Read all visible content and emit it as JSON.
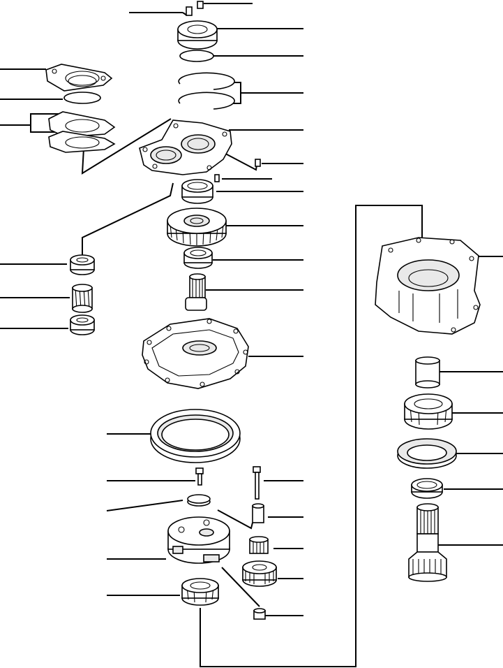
{
  "diagram": {
    "type": "exploded-parts-view",
    "colors": {
      "line": "#000000",
      "background": "#ffffff",
      "part_fill": "#ffffff",
      "shade": "#e9e9e9"
    },
    "parts": [
      {
        "name": "screw-plug-top"
      },
      {
        "name": "cover-plate"
      },
      {
        "name": "o-ring-top"
      },
      {
        "name": "snap-ring-pair"
      },
      {
        "name": "flange-housing-left"
      },
      {
        "name": "o-ring-left"
      },
      {
        "name": "gasket-pair-left"
      },
      {
        "name": "gear-case-top"
      },
      {
        "name": "small-bolt"
      },
      {
        "name": "dowel-pin"
      },
      {
        "name": "bearing-cup-upper"
      },
      {
        "name": "large-spur-gear"
      },
      {
        "name": "bearing-cone-upper"
      },
      {
        "name": "splined-shaft-small"
      },
      {
        "name": "bearing-left-top"
      },
      {
        "name": "gear-left"
      },
      {
        "name": "bearing-left-bottom"
      },
      {
        "name": "main-housing"
      },
      {
        "name": "ring-gear"
      },
      {
        "name": "short-bolt"
      },
      {
        "name": "long-bolt"
      },
      {
        "name": "washer"
      },
      {
        "name": "sleeve-bushing"
      },
      {
        "name": "planet-carrier"
      },
      {
        "name": "needle-roller"
      },
      {
        "name": "planet-gear"
      },
      {
        "name": "thrust-pad"
      },
      {
        "name": "carrier-bearing"
      },
      {
        "name": "final-drive-housing"
      },
      {
        "name": "bushing-right"
      },
      {
        "name": "bearing-right"
      },
      {
        "name": "seal-ring-right"
      },
      {
        "name": "bearing-race-right"
      },
      {
        "name": "output-shaft"
      }
    ]
  }
}
